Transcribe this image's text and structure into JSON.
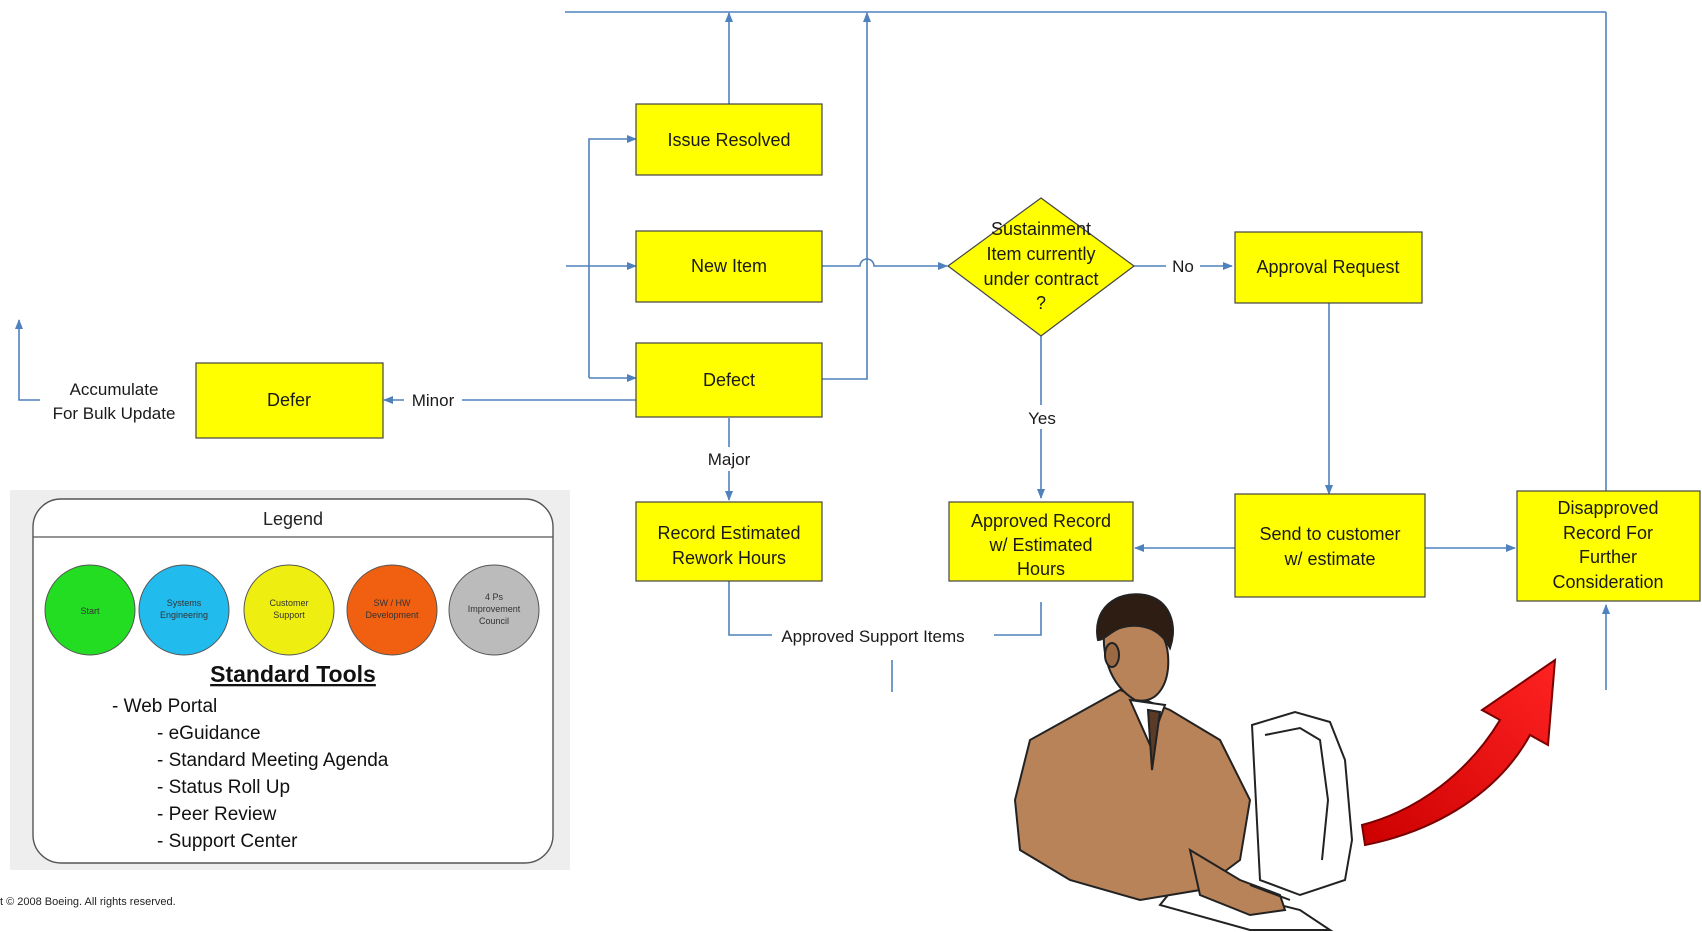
{
  "nodes": {
    "issue_resolved": "Issue Resolved",
    "new_item": "New Item",
    "defect": "Defect",
    "defer": "Defer",
    "decision": [
      "Sustainment",
      "Item currently",
      "under contract",
      "?"
    ],
    "approval_request": "Approval Request",
    "record_estimated": [
      "Record Estimated",
      "Rework Hours"
    ],
    "approved_record": [
      "Approved Record",
      "w/ Estimated",
      "Hours"
    ],
    "send_to_customer": [
      "Send to customer",
      "w/ estimate"
    ],
    "disapproved_record": [
      "Disapproved",
      "Record For",
      "Further",
      "Consideration"
    ]
  },
  "edge_labels": {
    "no": "No",
    "yes": "Yes",
    "minor": "Minor",
    "major": "Major",
    "approved_support": "Approved Support Items",
    "accumulate": [
      "Accumulate",
      "For Bulk Update"
    ]
  },
  "legend": {
    "title": "Legend",
    "circles": [
      {
        "label": [
          "Start"
        ],
        "color": "#22dd22"
      },
      {
        "label": [
          "Systems",
          "Engineering"
        ],
        "color": "#22bbee"
      },
      {
        "label": [
          "Customer",
          "Support"
        ],
        "color": "#eeee11"
      },
      {
        "label": [
          "SW / HW",
          "Development"
        ],
        "color": "#f06010"
      },
      {
        "label": [
          "4 Ps",
          "Improvement",
          "Council"
        ],
        "color": "#bbbbbb"
      }
    ],
    "tools_heading": "Standard Tools",
    "tools": [
      "- Web Portal",
      "- eGuidance",
      "- Standard Meeting Agenda",
      "- Status Roll Up",
      "- Peer Review",
      "- Support Center"
    ]
  },
  "copyright": "t © 2008 Boeing. All rights reserved.",
  "colors": {
    "box_fill": "#ffff00",
    "line": "#4f81bd",
    "arrow": "#ff0000"
  },
  "icons": [
    "person-at-computer-clipart",
    "red-curved-arrow"
  ]
}
